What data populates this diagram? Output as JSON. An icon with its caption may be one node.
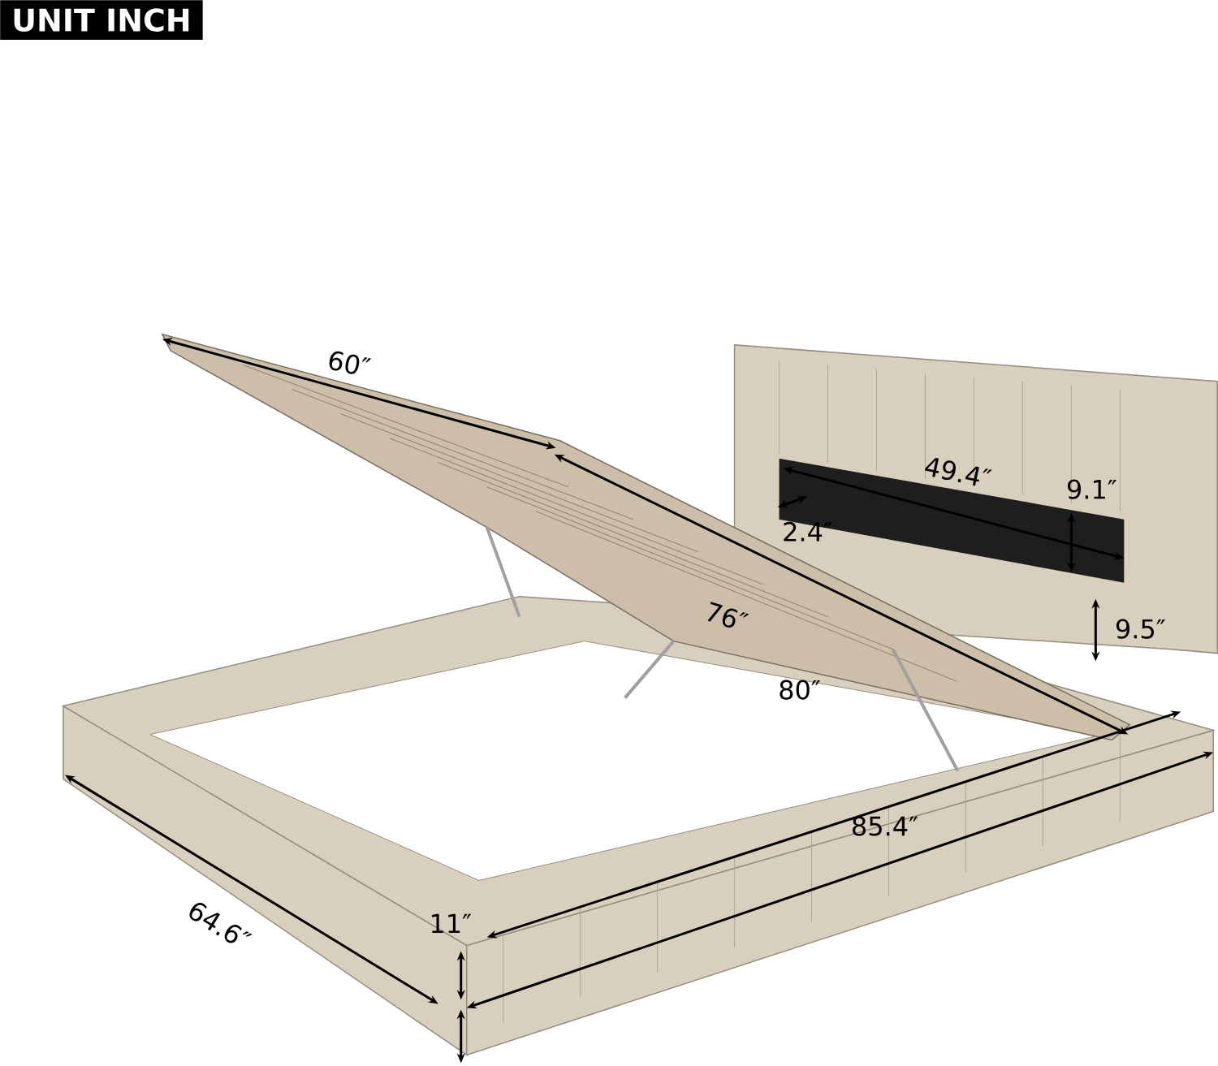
{
  "diagram": {
    "title": "UNIT INCH",
    "labels": [
      "60″",
      "49.4″",
      "9.1″",
      "2.4″",
      "76″",
      "9.5″",
      "80″",
      "11″",
      "85.4″",
      "64.6″"
    ]
  }
}
